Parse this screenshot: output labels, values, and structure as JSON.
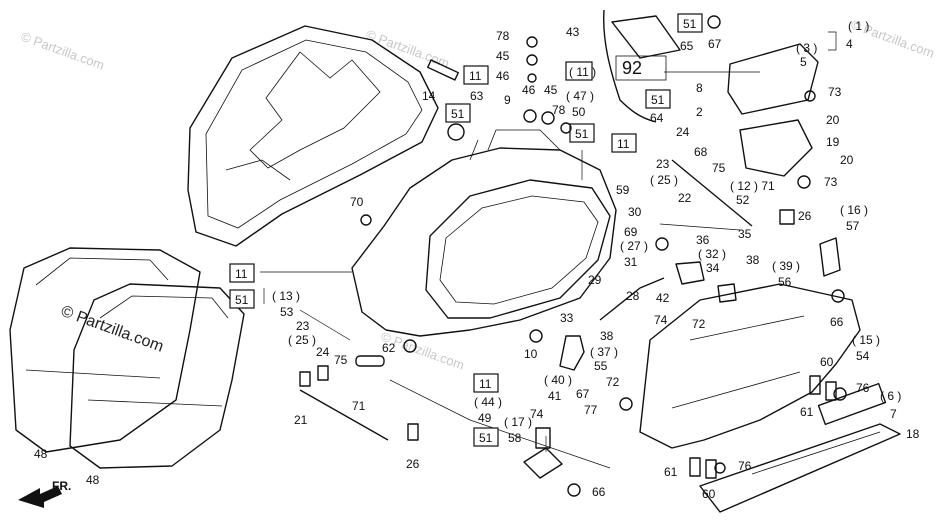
{
  "watermark": "© Partzilla.com",
  "direction_label": "FR.",
  "labels": {
    "l1_4a": "( 1 )",
    "l1_4b": "4",
    "l3_5a": "( 3 )",
    "l3_5b": "5",
    "l43": "43",
    "l51a": "51",
    "l65": "65",
    "l67a": "67",
    "l78a": "78",
    "l45a": "45",
    "l46": "46",
    "l11a": "11",
    "l14": "14",
    "l63": "63",
    "l51b": "51",
    "l9": "9",
    "l11b": "( 11 )",
    "l47": "( 47 )",
    "l50": "50",
    "l46b": "46",
    "l45b": "45",
    "l78b": "78",
    "l51c": "51",
    "l64": "64",
    "l8": "8",
    "l2": "2",
    "l73a": "73",
    "l20a": "20",
    "l19": "19",
    "l20b": "20",
    "l24a": "24",
    "l68": "68",
    "l11c": "11",
    "l23a": "23",
    "l75a": "75",
    "l51d": "51",
    "l25a": "( 25 )",
    "l22": "22",
    "l12": "( 12 ) 71",
    "l73b": "73",
    "l59": "59",
    "l52": "52",
    "l70": "70",
    "l30": "30",
    "l26a": "26",
    "l16": "( 16 )",
    "l57": "57",
    "l69": "69",
    "l35": "35",
    "l27": "( 27 )",
    "l36": "36",
    "l31": "31",
    "l32": "( 32 )",
    "l34": "34",
    "l38a": "38",
    "l39": "( 39 )",
    "l56": "56",
    "l29": "29",
    "l28": "28",
    "l11d": "11",
    "l51e": "51",
    "l13": "( 13 )",
    "l53": "53",
    "l42": "42",
    "l74a": "74",
    "l72a": "72",
    "l66a": "66",
    "l23b": "23",
    "l25b": "( 25 )",
    "l24b": "24",
    "l75b": "75",
    "l62": "62",
    "l33": "33",
    "l38b": "38",
    "l15": "( 15 )",
    "l54": "54",
    "l10": "10",
    "l37": "( 37 )",
    "l55": "55",
    "l72b": "72",
    "l40": "( 40 )",
    "l41": "41",
    "l67b": "67",
    "l77": "77",
    "l60a": "60",
    "l76a": "76",
    "l11e": "11",
    "l44": "( 44 )",
    "l49": "49",
    "l74b": "74",
    "l61a": "61",
    "l6_7a": "( 6 )",
    "l6_7b": "7",
    "l71b": "71",
    "l21": "21",
    "l17": "( 17 )",
    "l58": "58",
    "l18": "18",
    "l51f": "51",
    "l26b": "26",
    "l61b": "61",
    "l76b": "76",
    "l66b": "66",
    "l60b": "60",
    "l48a": "48",
    "l48b": "48"
  }
}
